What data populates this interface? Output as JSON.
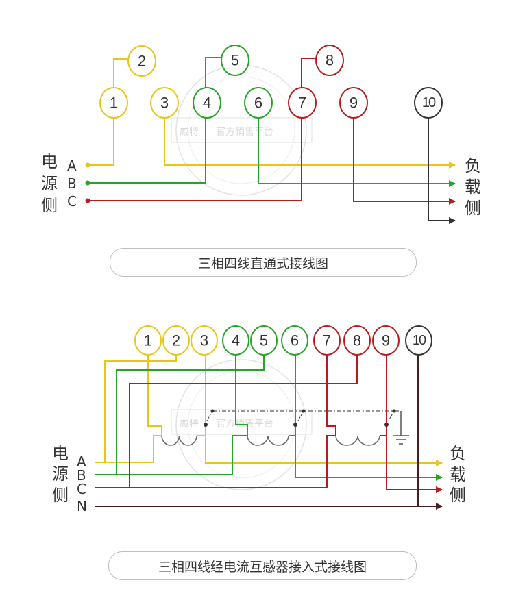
{
  "colors": {
    "phase_a": "#e6c619",
    "phase_b": "#27a327",
    "phase_c": "#b51c1c",
    "neutral": "#4a1e1e",
    "terminal_10": "#333333"
  },
  "watermark": {
    "brand": "威特",
    "text": "官方销售平台"
  },
  "diagram1": {
    "source_label": [
      "电",
      "源",
      "侧"
    ],
    "load_label": [
      "负",
      "载",
      "侧"
    ],
    "phases": [
      "A",
      "B",
      "C"
    ],
    "terminals": [
      "1",
      "2",
      "3",
      "4",
      "5",
      "6",
      "7",
      "8",
      "9",
      "10"
    ],
    "caption": "三相四线直通式接线图"
  },
  "diagram2": {
    "source_label": [
      "电",
      "源",
      "侧"
    ],
    "load_label": [
      "负",
      "载",
      "侧"
    ],
    "phases": [
      "A",
      "B",
      "C",
      "N"
    ],
    "terminals": [
      "1",
      "2",
      "3",
      "4",
      "5",
      "6",
      "7",
      "8",
      "9",
      "10"
    ],
    "caption": "三相四线经电流互感器接入式接线图"
  }
}
